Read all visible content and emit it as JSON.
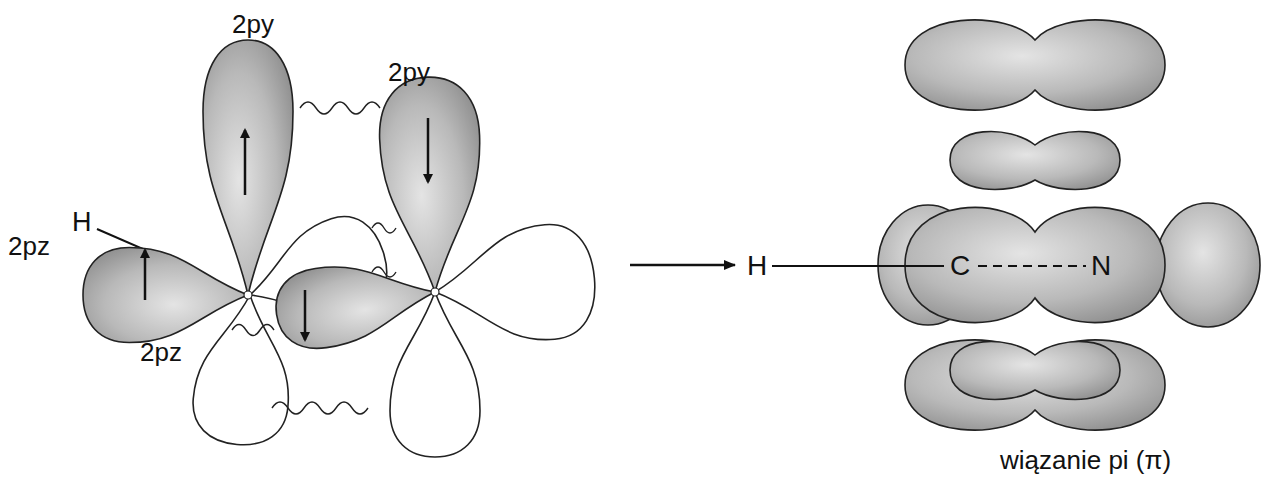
{
  "diagram": {
    "labels": [
      "2py",
      "2py",
      "H",
      "2pz",
      "2pz",
      "H",
      "C",
      "N",
      "wiązanie pi (π)"
    ]
  }
}
